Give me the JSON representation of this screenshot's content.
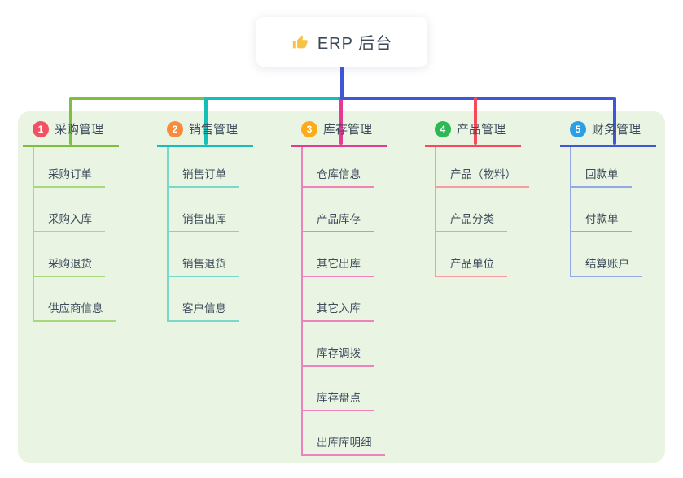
{
  "root": {
    "title": "ERP 后台",
    "icon": "thumbs-up",
    "icon_color": "#f6c344"
  },
  "branches": [
    {
      "number": "1",
      "label": "采购管理",
      "badge_color": "#f25163",
      "line_color": "#7dbf3e",
      "child_line_color": "#a8d87e",
      "children": [
        "采购订单",
        "采购入库",
        "采购退货",
        "供应商信息"
      ]
    },
    {
      "number": "2",
      "label": "销售管理",
      "badge_color": "#f98c3c",
      "line_color": "#13bfb6",
      "child_line_color": "#79d7cb",
      "children": [
        "销售订单",
        "销售出库",
        "销售退货",
        "客户信息"
      ]
    },
    {
      "number": "3",
      "label": "库存管理",
      "badge_color": "#fbac18",
      "line_color": "#e43a92",
      "child_line_color": "#ef82bd",
      "children": [
        "仓库信息",
        "产品库存",
        "其它出库",
        "其它入库",
        "库存调拨",
        "库存盘点",
        "出库库明细"
      ]
    },
    {
      "number": "4",
      "label": "产品管理",
      "badge_color": "#2eb854",
      "line_color": "#f54b58",
      "child_line_color": "#f79ba0",
      "children": [
        "产品（物料）",
        "产品分类",
        "产品单位"
      ]
    },
    {
      "number": "5",
      "label": "财务管理",
      "badge_color": "#2b9ee4",
      "line_color": "#3f56d9",
      "child_line_color": "#93a8e4",
      "children": [
        "回款单",
        "付款单",
        "结算账户"
      ]
    }
  ],
  "canvas": {
    "background": "#ffffff",
    "panel_color": "#e9f5e2",
    "stem_color": "#3f56d9",
    "text_color": "#3c4a5b"
  }
}
